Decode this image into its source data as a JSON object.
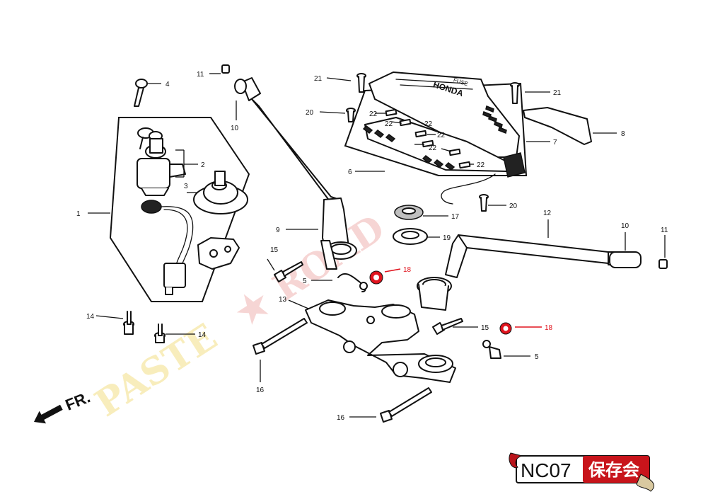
{
  "diagram": {
    "callouts": {
      "c1": "1",
      "c2": "2",
      "c3": "3",
      "c4": "4",
      "c5a": "5",
      "c5b": "5",
      "c6": "6",
      "c7": "7",
      "c8": "8",
      "c9": "9",
      "c10a": "10",
      "c10b": "10",
      "c11a": "11",
      "c11b": "11",
      "c12": "12",
      "c13": "13",
      "c14a": "14",
      "c14b": "14",
      "c15a": "15",
      "c15b": "15",
      "c16a": "16",
      "c16b": "16",
      "c17": "17",
      "c18a": "18",
      "c18b": "18",
      "c19": "19",
      "c20a": "20",
      "c20b": "20",
      "c21a": "21",
      "c21b": "21",
      "c22a": "22",
      "c22b": "22",
      "c22c": "22",
      "c22d": "22",
      "c22e": "22",
      "c22f": "22"
    },
    "direction_label": "FR.",
    "fusebox_text": "HONDA",
    "fusebox_text2": "FUSE",
    "highlight_color": "#e0141e"
  },
  "watermark": {
    "text_left": "PASTE",
    "star": "★",
    "text_right": "ROAD"
  },
  "logo": {
    "model": "NC07",
    "kanji": "保存会"
  }
}
